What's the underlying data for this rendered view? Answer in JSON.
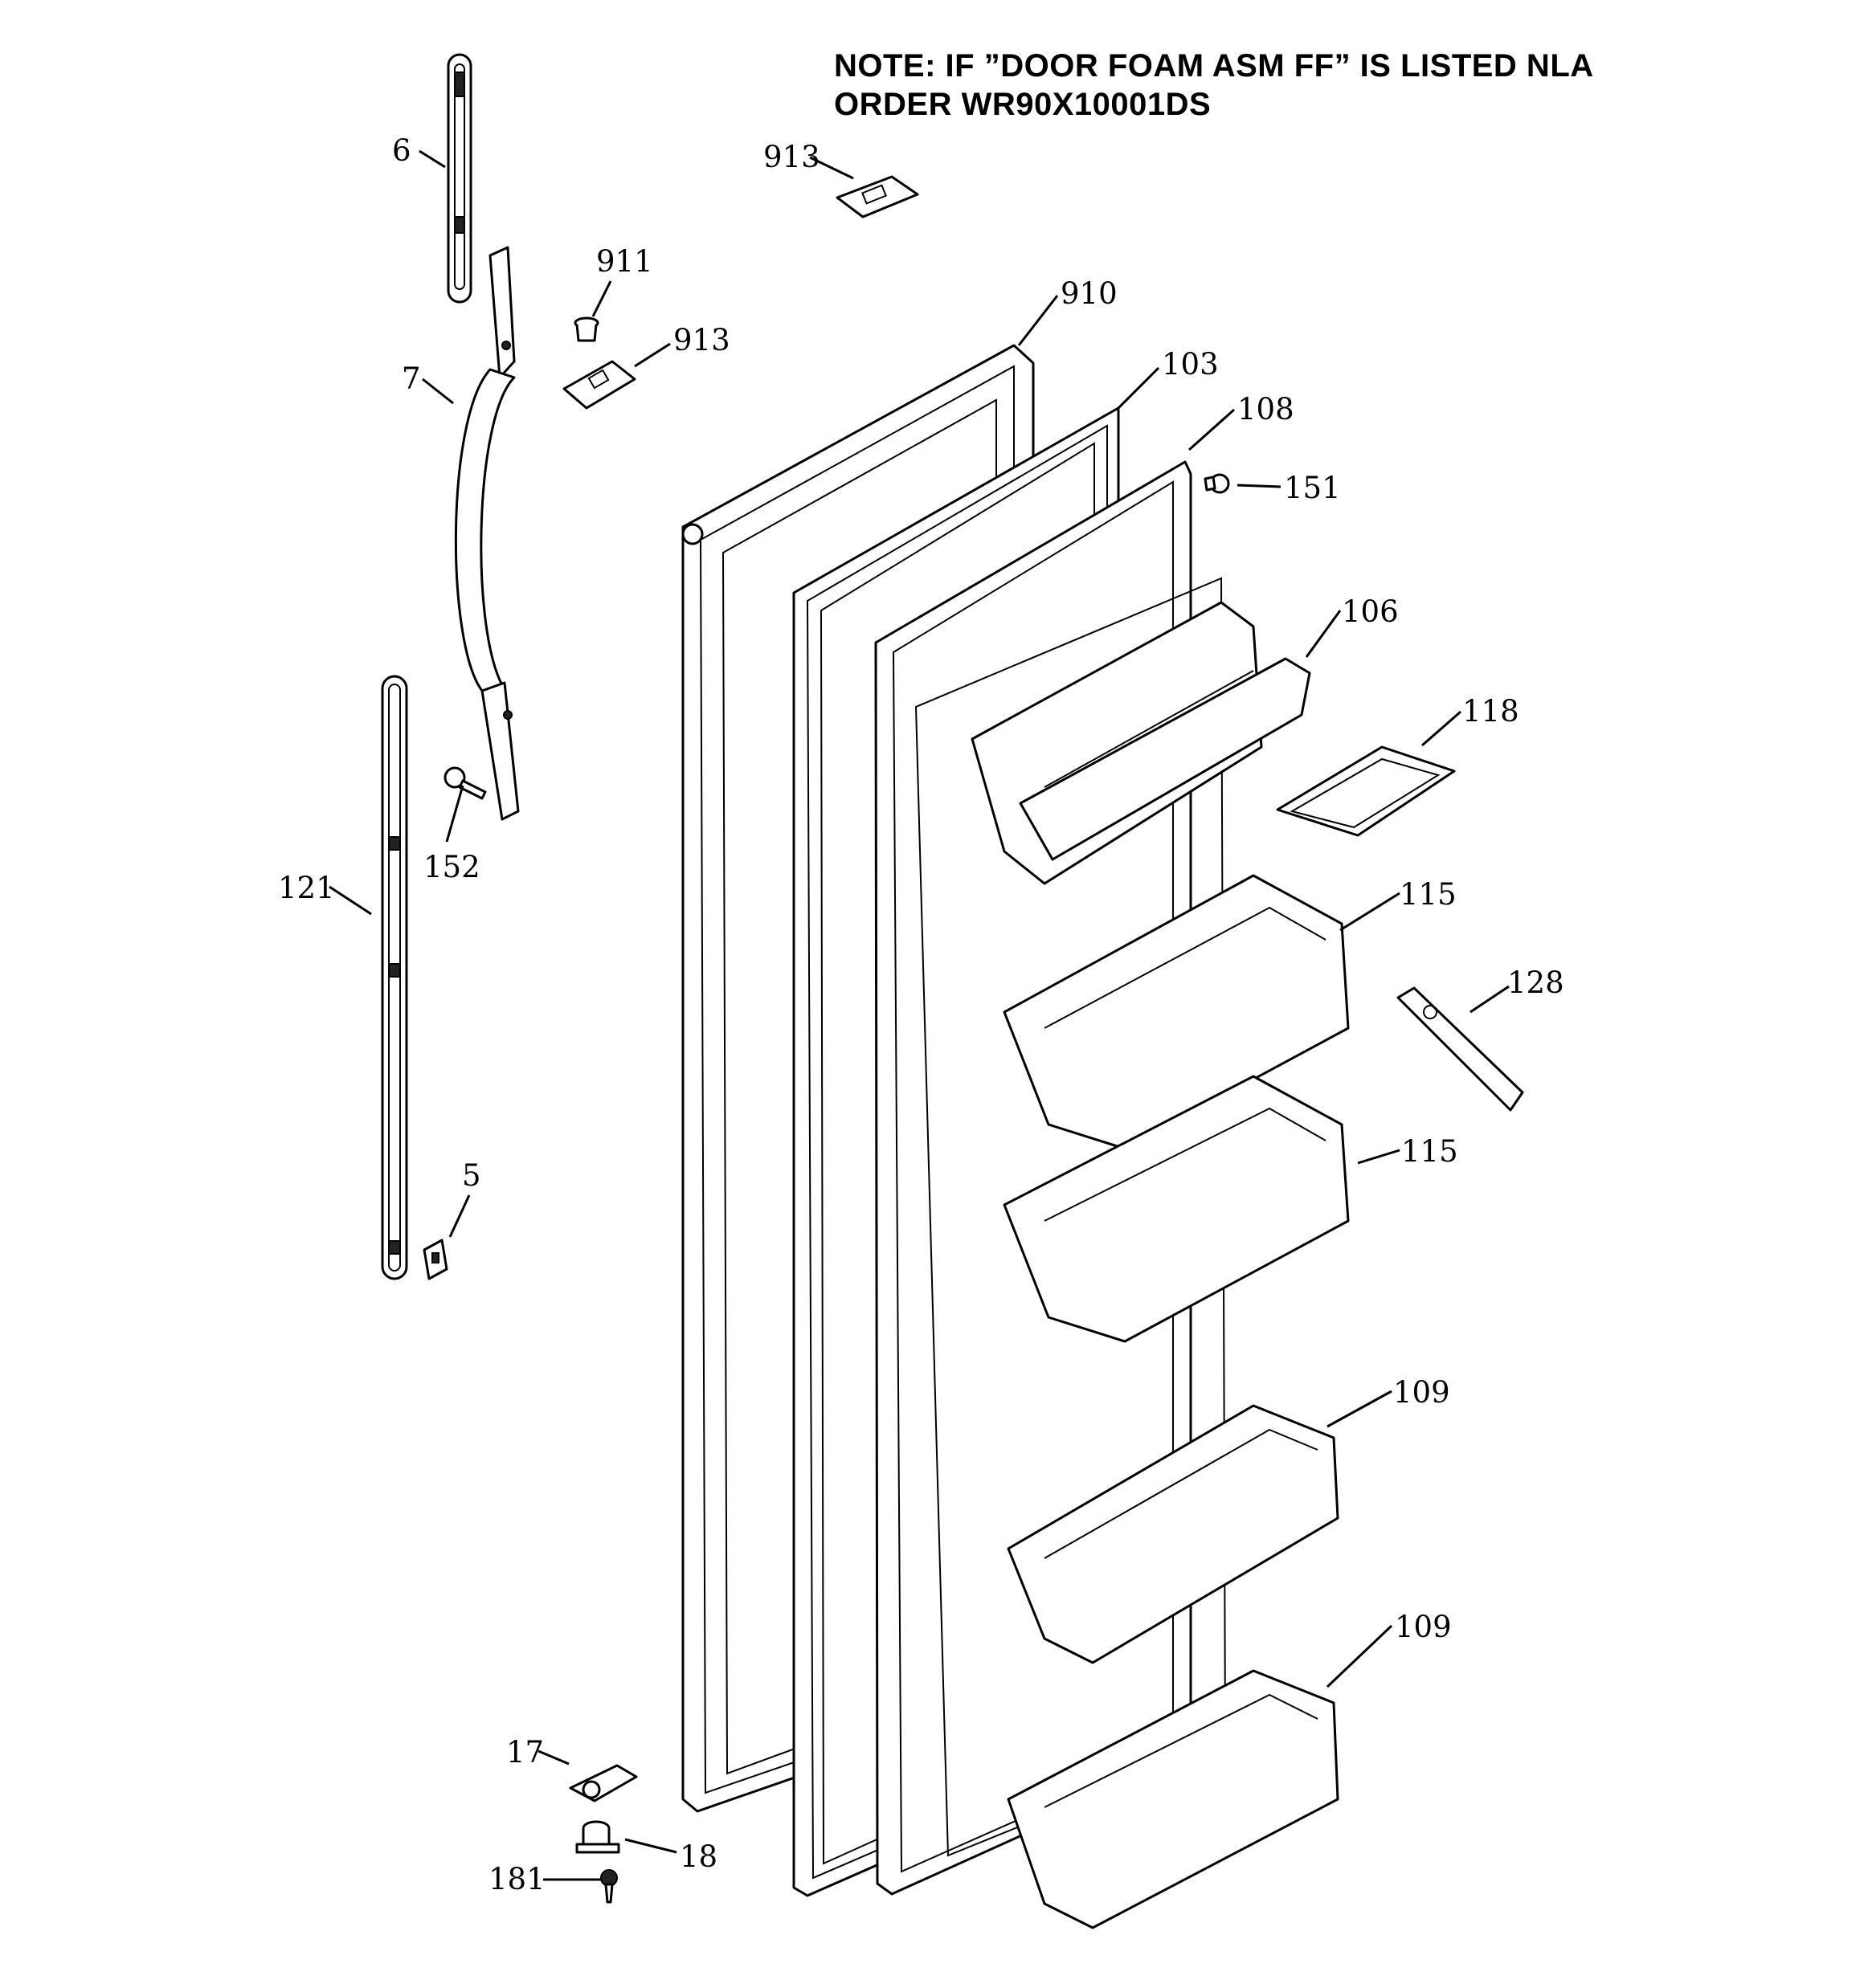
{
  "note": {
    "line1": "NOTE: IF ”DOOR FOAM ASM FF” IS LISTED NLA",
    "line2": "ORDER WR90X10001DS"
  },
  "callouts": {
    "c6": "6",
    "c7": "7",
    "c121": "121",
    "c152": "152",
    "c5": "5",
    "c911": "911",
    "c913a": "913",
    "c913b": "913",
    "c910": "910",
    "c103": "103",
    "c108": "108",
    "c151": "151",
    "c106": "106",
    "c118": "118",
    "c115a": "115",
    "c128": "128",
    "c115b": "115",
    "c109a": "109",
    "c109b": "109",
    "c17": "17",
    "c18": "18",
    "c181": "181"
  }
}
